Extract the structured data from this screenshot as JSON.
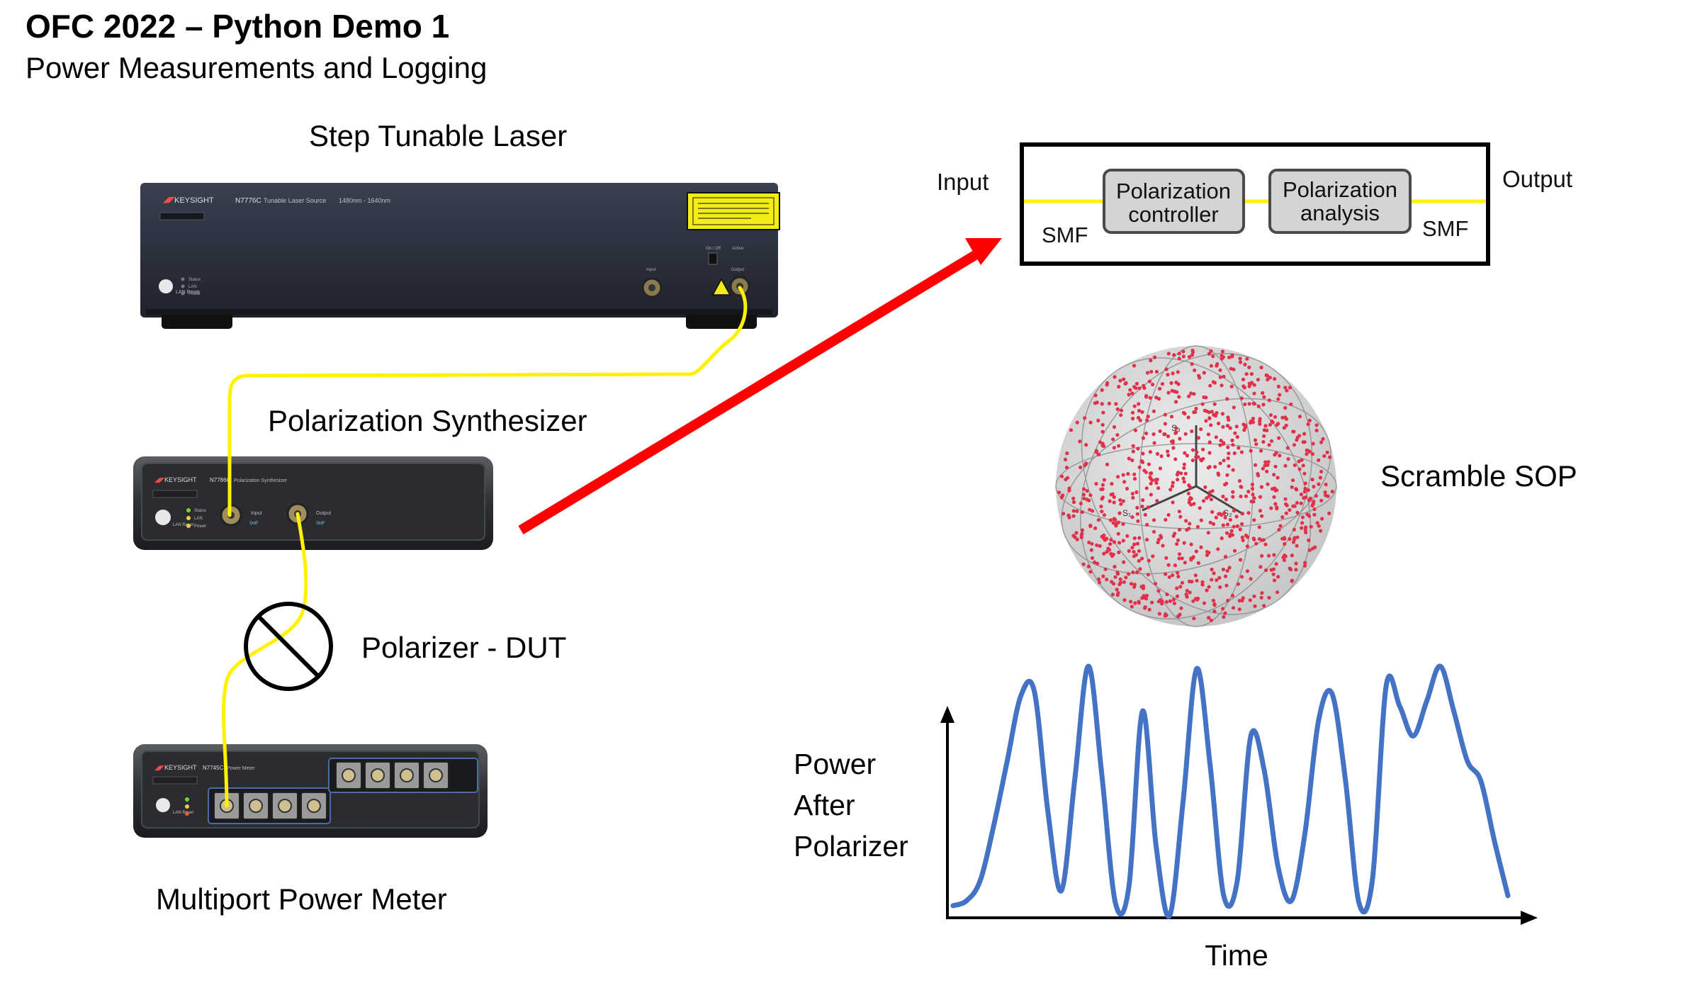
{
  "title": "OFC 2022 – Python Demo 1",
  "subtitle": "Power Measurements and Logging",
  "laser": {
    "label": "Step Tunable Laser",
    "brand": "KEYSIGHT",
    "model": "N7776C",
    "panel_text": "Tunable Laser Source",
    "range_text": "1480nm - 1640nm",
    "ports": [
      "Input",
      "Output"
    ],
    "switch_label": "On / Off",
    "active_label": "Active",
    "status_leds": [
      "Status",
      "LAN",
      "Power"
    ],
    "reset_label": "LAN Reset"
  },
  "synthesizer": {
    "label": "Polarization Synthesizer",
    "brand": "KEYSIGHT",
    "model": "N7786C",
    "panel_text": "Polarization Synthesizer",
    "ports": [
      "Input",
      "Output"
    ],
    "port_sub": [
      "SMF",
      "SMF"
    ],
    "status_leds": [
      "Status",
      "LAN",
      "Power"
    ],
    "reset_label": "LAN Reset"
  },
  "polarizer": {
    "label": "Polarizer - DUT"
  },
  "power_meter": {
    "label": "Multiport Power Meter",
    "brand": "KEYSIGHT",
    "model": "N7745C",
    "panel_text": "Power Meter",
    "reset_label": "LAN Reset"
  },
  "schematic": {
    "input_label": "Input",
    "output_label": "Output",
    "smf_left": "SMF",
    "smf_right": "SMF",
    "block1": [
      "Polarization",
      "controller"
    ],
    "block2": [
      "Polarization",
      "analysis"
    ]
  },
  "sphere": {
    "label": "Scramble SOP",
    "axes": [
      "S₁",
      "S₂",
      "S₃"
    ]
  },
  "chart_data": {
    "type": "line",
    "xlabel": "Time",
    "ylabel": [
      "Power",
      "After",
      "Polarizer"
    ],
    "series": [
      {
        "values": [
          0.04,
          0.06,
          0.14,
          0.36,
          0.62,
          0.88,
          0.9,
          0.42,
          0.1,
          0.55,
          1.0,
          0.56,
          0.05,
          0.12,
          0.82,
          0.28,
          0.0,
          0.46,
          0.99,
          0.6,
          0.08,
          0.14,
          0.72,
          0.58,
          0.2,
          0.06,
          0.33,
          0.78,
          0.89,
          0.54,
          0.05,
          0.15,
          0.92,
          0.84,
          0.72,
          0.86,
          1.0,
          0.82,
          0.62,
          0.54,
          0.3,
          0.08
        ]
      }
    ],
    "colors": {
      "line": "#4472C4",
      "fiber": "#FFF200",
      "arrow": "#FF0000",
      "dots": "#E0304A"
    }
  }
}
